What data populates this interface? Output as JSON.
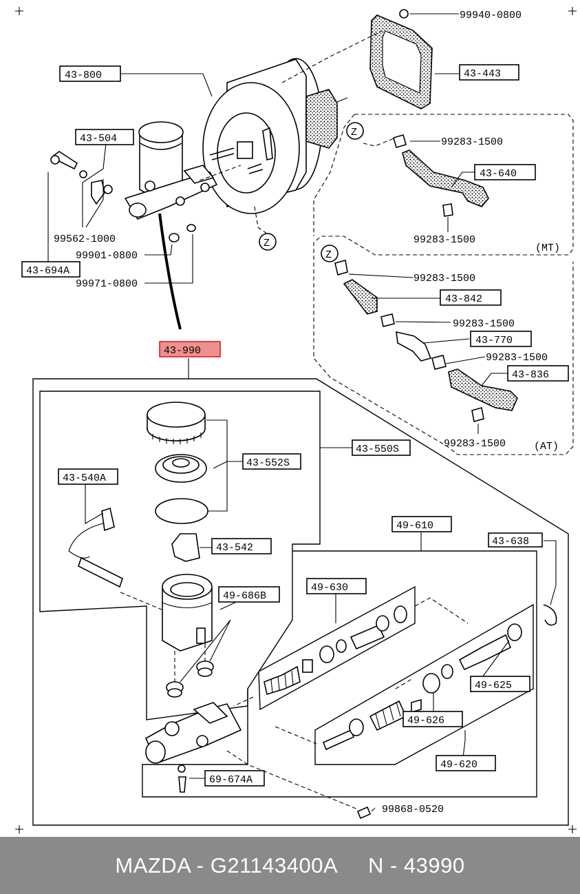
{
  "labels": {
    "l_43_800": "43-800",
    "l_43_443": "43-443",
    "l_99940": "99940-0800",
    "l_43_504": "43-504",
    "l_99562": "99562-1000",
    "l_99901": "99901-0800",
    "l_43_694a": "43-694A",
    "l_99971": "99971-0800",
    "l_99283_a": "99283-1500",
    "l_43_640": "43-640",
    "l_99283_b": "99283-1500",
    "l_mt": "(MT)",
    "l_99283_c": "99283-1500",
    "l_43_842": "43-842",
    "l_99283_d": "99283-1500",
    "l_43_770": "43-770",
    "l_99283_e": "99283-1500",
    "l_43_836": "43-836",
    "l_99283_f": "99283-1500",
    "l_at": "(AT)",
    "l_43_990": "43-990",
    "l_43_550s": "43-550S",
    "l_43_552s": "43-552S",
    "l_43_540a": "43-540A",
    "l_43_542": "43-542",
    "l_49_686b": "49-686B",
    "l_49_610": "49-610",
    "l_43_638": "43-638",
    "l_49_630": "49-630",
    "l_49_625": "49-625",
    "l_49_626": "49-626",
    "l_49_620": "49-620",
    "l_69_674a": "69-674A",
    "l_99868": "99868-0520",
    "l_z1": "Z",
    "l_z2": "Z",
    "l_z3": "Z"
  },
  "footer": {
    "text": "MAZDA - G21143400A     N - 43990"
  },
  "colors": {
    "highlight_fill": "#f08f8f",
    "highlight_stroke": "#d42020",
    "footer_bg": "#8a8a8a",
    "footer_text": "#ffffff"
  }
}
